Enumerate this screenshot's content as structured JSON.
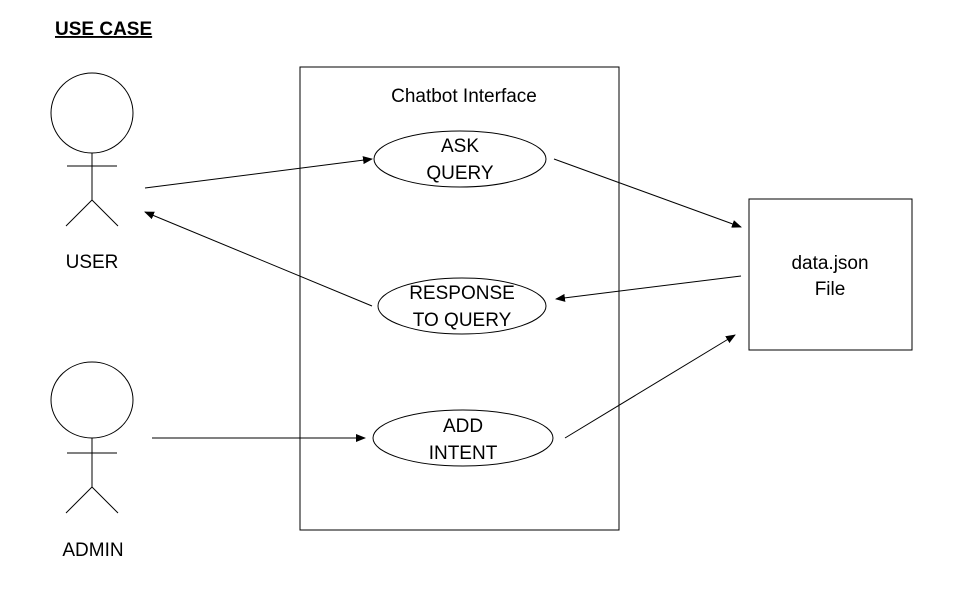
{
  "title": "USE CASE",
  "system": {
    "label": "Chatbot Interface"
  },
  "actors": {
    "user": {
      "label": "USER"
    },
    "admin": {
      "label": "ADMIN"
    }
  },
  "use_cases": {
    "ask_query": {
      "lines": [
        "ASK",
        "QUERY"
      ]
    },
    "response_to_query": {
      "lines": [
        "RESPONSE",
        "TO QUERY"
      ]
    },
    "add_intent": {
      "lines": [
        "ADD",
        "INTENT"
      ]
    }
  },
  "data_store": {
    "lines": [
      "data.json",
      "File"
    ]
  },
  "colors": {
    "line": "#000000",
    "background": "#ffffff"
  }
}
